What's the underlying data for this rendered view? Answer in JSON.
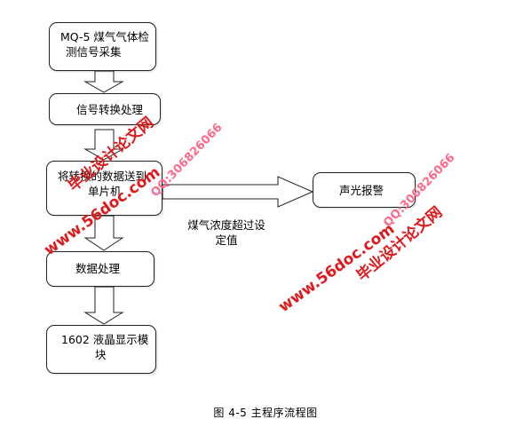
{
  "boxes": {
    "gas_sampling": [
      "MQ-5 煤气气体检",
      "测信号采集"
    ],
    "signal_conversion": "信号转换处理",
    "send_to_mcu": [
      "将转换的数据送到",
      "单片机"
    ],
    "alarm": "声光报警",
    "data_processing": "数据处理",
    "lcd_display": [
      "1602 液晶显示模",
      "块"
    ]
  },
  "edge_label": [
    "煤气浓度超过设",
    "定值"
  ],
  "caption": "图 4-5  主程序流程图",
  "watermarks": {
    "cn_text": "毕业设计论文网",
    "url_text": "www.56doc.com",
    "qq_text": "QQ:306826066",
    "cn_color": "#e0191c",
    "qq_color": "#ff6a8a"
  }
}
